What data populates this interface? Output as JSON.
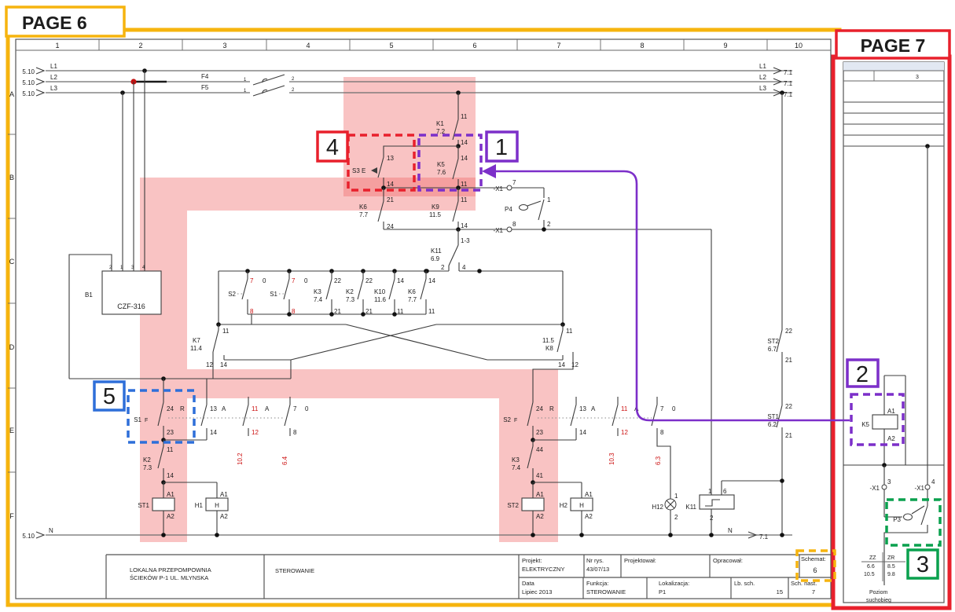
{
  "annotations": {
    "page6_label": "PAGE 6",
    "page7_label": "PAGE 7",
    "box1": "1",
    "box2": "2",
    "box3": "3",
    "box4": "4",
    "box5": "5"
  },
  "colors": {
    "page6_frame": "#f6b40e",
    "page7_frame": "#ee1111",
    "annotation_purple": "#7c2fc9",
    "annotation_blue": "#2e6fd9",
    "annotation_green": "#0aa14e",
    "annotation_red": "#e8202c",
    "highlight_pink": "rgba(240,106,106,0.40)"
  },
  "page6": {
    "columns": [
      "1",
      "2",
      "3",
      "4",
      "5",
      "6",
      "7",
      "8",
      "9",
      "10"
    ],
    "rows": [
      "A",
      "B",
      "C",
      "D",
      "E",
      "F"
    ],
    "bus": {
      "src": "5.10",
      "dest": "7.1",
      "l1": "L1",
      "l2": "L2",
      "l3": "L3",
      "n": "N",
      "f4": "F4",
      "f5": "F5",
      "pin1": "1",
      "pin2": "2"
    },
    "b1": {
      "name": "B1",
      "model": "CZF-316",
      "t1": "2",
      "t2": "1",
      "t3": "3",
      "t4": "4"
    },
    "k1": {
      "name": "K1",
      "ref": "7.2",
      "a": "11",
      "b": "14"
    },
    "s3": {
      "name": "S3 E",
      "a": "13",
      "b": "14"
    },
    "k5": {
      "name": "K5",
      "ref": "7.6",
      "a": "14",
      "b": "11"
    },
    "x17": {
      "name": "-X1",
      "pin": "7"
    },
    "x18": {
      "name": "-X1",
      "pin": "8"
    },
    "k6a": {
      "name": "K6",
      "ref": "7.7",
      "a": "21",
      "b": "24"
    },
    "k9": {
      "name": "K9",
      "ref": "11.5",
      "a": "11",
      "b": "14"
    },
    "p4": {
      "name": "P4",
      "a": "1",
      "b": "2"
    },
    "k11a": {
      "name": "K11",
      "ref": "6.9",
      "top": "1-3",
      "a": "2",
      "b": "4"
    },
    "s2c": {
      "name": "S2",
      "a": "7",
      "state": "0",
      "b": "8"
    },
    "s1c": {
      "name": "S1",
      "a": "7",
      "state": "0",
      "b": "8"
    },
    "k3c": {
      "name": "K3",
      "ref": "7.4",
      "a": "22",
      "b": "21"
    },
    "k2c": {
      "name": "K2",
      "ref": "7.3",
      "a": "22",
      "b": "21"
    },
    "k10c": {
      "name": "K10",
      "ref": "11.6",
      "a": "14",
      "b": "11"
    },
    "k6c": {
      "name": "K6",
      "ref": "7.7",
      "a": "14",
      "b": "11"
    },
    "k7": {
      "name": "K7",
      "ref": "11.4",
      "a": "11",
      "b": "12",
      "c": "14"
    },
    "k8": {
      "name": "K8",
      "ref": "11.5",
      "a": "11",
      "b": "14",
      "c": "12"
    },
    "s1": {
      "name": "S1",
      "sym": "F",
      "p1a": "24",
      "p1s": "R",
      "p1b": "23",
      "p2a": "13",
      "p2s": "A",
      "p2b": "14",
      "p3a": "11",
      "p3s": "A",
      "p3b": "12",
      "p4a": "7",
      "p4s": "0",
      "p4b": "8",
      "ref1": "10.2",
      "ref2": "6.4"
    },
    "s2": {
      "name": "S2",
      "sym": "F",
      "p1a": "24",
      "p1s": "R",
      "p1b": "23",
      "p2a": "13",
      "p2s": "A",
      "p2b": "14",
      "p3a": "11",
      "p3s": "A",
      "p3b": "12",
      "p4a": "7",
      "p4s": "0",
      "p4b": "8",
      "ref1": "10.3",
      "ref2": "6.3"
    },
    "k2b": {
      "name": "K2",
      "ref": "7.3",
      "a": "11",
      "b": "14"
    },
    "k3b": {
      "name": "K3",
      "ref": "7.4",
      "a": "44",
      "b": "41"
    },
    "st1": {
      "name": "ST1",
      "a1": "A1",
      "a2": "A2"
    },
    "h1": {
      "name": "H1",
      "sym": "H",
      "a1": "A1",
      "a2": "A2"
    },
    "st2": {
      "name": "ST2",
      "a1": "A1",
      "a2": "A2"
    },
    "h2": {
      "name": "H2",
      "sym": "H",
      "a1": "A1",
      "a2": "A2"
    },
    "h12": {
      "name": "H12",
      "a": "1",
      "b": "2"
    },
    "k11b": {
      "name": "K11",
      "a": "1",
      "b": "6",
      "c": "2"
    },
    "st2c": {
      "name": "ST2",
      "ref": "6.7",
      "a": "22",
      "b": "21"
    },
    "st1c": {
      "name": "ST1",
      "ref": "6.2",
      "a": "22",
      "b": "21"
    },
    "titleblock": {
      "company_line1": "LOKALNA PRZEPOMPOWNIA",
      "company_line2": "ŚCIEKÓW  P-1  UL. MLYNSKA",
      "title": "STEROWANIE",
      "projekt_label": "Projekt:",
      "projekt": "ELEKTRYCZNY",
      "nr_label": "Nr rys.",
      "nr": "43/07/13",
      "projektowal_label": "Projektował:",
      "opracowal_label": "Opracował:",
      "schemat_label": "Schemat:",
      "schemat": "6",
      "data_label": "Data",
      "data": "Lipiec 2013",
      "funkcja_label": "Funkcja:",
      "funkcja": "STEROWANIE",
      "lokalizacja_label": "Lokalizacja:",
      "lokalizacja": "P1",
      "lb_label": "Lb. sch.",
      "lb": "15",
      "nast_label": "Sch. nast.",
      "nast": "7"
    }
  },
  "page7": {
    "column": "3",
    "k5": {
      "name": "K5",
      "a1": "A1",
      "a2": "A2"
    },
    "x13": {
      "name": "-X1",
      "pin": "3"
    },
    "x14": {
      "name": "-X1",
      "pin": "4"
    },
    "p3": {
      "name": "P3"
    },
    "levels": {
      "h1": "ZZ",
      "h2": "ZR",
      "v11": "6.6",
      "v12": "8.5",
      "v21": "10.5",
      "v22": "9.8"
    },
    "caption_line1": "Poziom",
    "caption_line2": "suchobieg"
  }
}
